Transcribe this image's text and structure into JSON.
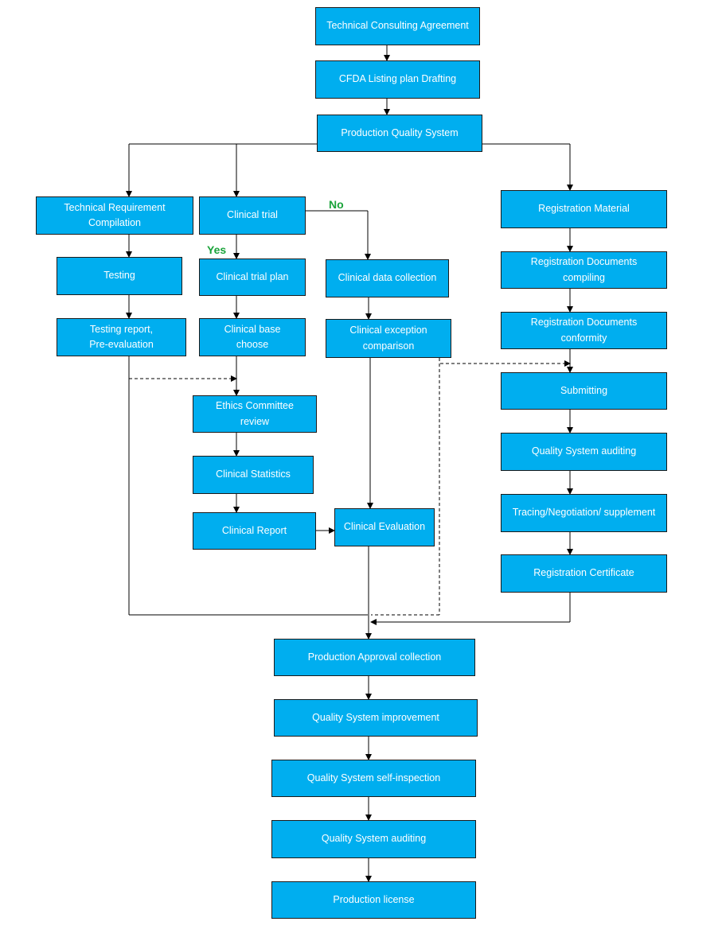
{
  "boxes": {
    "technical_consulting": "Technical Consulting Agreement",
    "cfda_listing": "CFDA Listing plan Drafting",
    "production_quality_system": "Production Quality System",
    "technical_requirement": "Technical Requirement\nCompilation",
    "clinical_trial": "Clinical trial",
    "registration_material": "Registration Material",
    "testing": "Testing",
    "clinical_trial_plan": "Clinical trial plan",
    "clinical_data_collection": "Clinical data collection",
    "registration_docs_compiling": "Registration Documents\ncompiling",
    "testing_report": "Testing report,\nPre-evaluation",
    "clinical_base_choose": "Clinical base\nchoose",
    "clinical_exception": "Clinical exception\n    comparison",
    "registration_docs_conformity": "Registration Documents\nconformity",
    "submitting": "Submitting",
    "ethics_committee": "Ethics Committee\nreview",
    "quality_system_auditing_reg": "Quality System auditing",
    "clinical_statistics": "Clinical Statistics",
    "tracing": "Tracing/Negotiation/ supplement",
    "clinical_report": "Clinical Report",
    "clinical_evaluation": "Clinical Evaluation",
    "registration_certificate": "Registration Certificate",
    "production_approval": "Production Approval collection",
    "quality_system_improvement": "Quality System improvement",
    "quality_system_self_inspection": "Quality System self-inspection",
    "quality_system_auditing": "Quality System auditing",
    "production_license": "Production license"
  },
  "labels": {
    "no": "No",
    "yes": "Yes"
  },
  "colors": {
    "box_fill": "#00aeef",
    "box_text": "#ffffff",
    "decision_label": "#1aa33a",
    "line": "#000000"
  }
}
